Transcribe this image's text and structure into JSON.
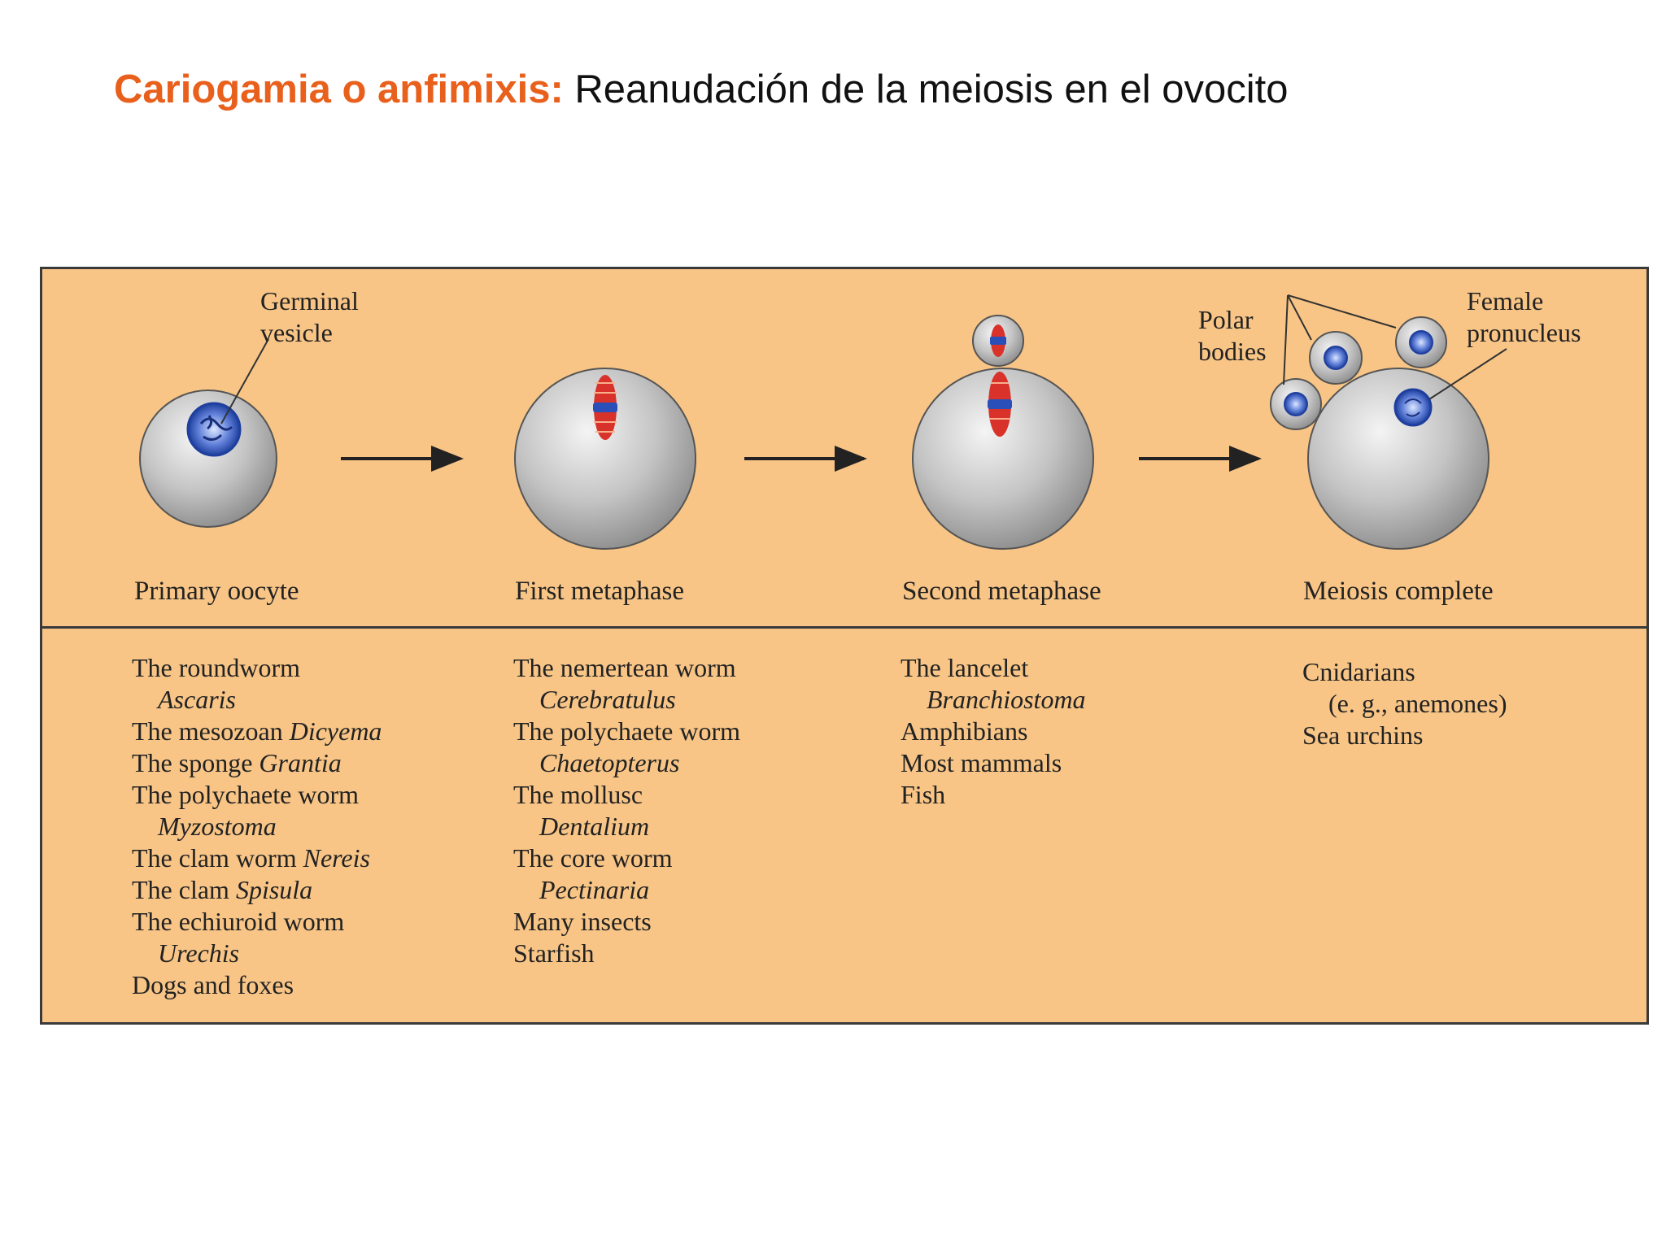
{
  "title": {
    "accent": "Cariogamia o anfimixis:",
    "rest": " Reanudación de la meiosis en el ovocito"
  },
  "colors": {
    "accent": "#e8601c",
    "panel": "#f8c586",
    "cell": "#c0c0c0",
    "nucleus": "#2b4fb8",
    "spindle": "#d8322a"
  },
  "callouts": {
    "germinal_vesicle": [
      "Germinal",
      "vesicle"
    ],
    "polar_bodies": [
      "Polar",
      "bodies"
    ],
    "female_pronucleus": [
      "Female",
      "pronucleus"
    ]
  },
  "stages": [
    {
      "label": "Primary oocyte",
      "organisms": [
        {
          "parts": [
            {
              "t": "The roundworm"
            }
          ]
        },
        {
          "indent": true,
          "parts": [
            {
              "t": "Ascaris",
              "i": true
            }
          ]
        },
        {
          "parts": [
            {
              "t": "The mesozoan "
            },
            {
              "t": "Dicyema",
              "i": true
            }
          ]
        },
        {
          "parts": [
            {
              "t": "The sponge "
            },
            {
              "t": "Grantia",
              "i": true
            }
          ]
        },
        {
          "parts": [
            {
              "t": "The polychaete worm"
            }
          ]
        },
        {
          "indent": true,
          "parts": [
            {
              "t": "Myzostoma",
              "i": true
            }
          ]
        },
        {
          "parts": [
            {
              "t": "The clam worm "
            },
            {
              "t": "Nereis",
              "i": true
            }
          ]
        },
        {
          "parts": [
            {
              "t": "The clam "
            },
            {
              "t": "Spisula",
              "i": true
            }
          ]
        },
        {
          "parts": [
            {
              "t": "The echiuroid worm"
            }
          ]
        },
        {
          "indent": true,
          "parts": [
            {
              "t": "Urechis",
              "i": true
            }
          ]
        },
        {
          "parts": [
            {
              "t": "Dogs and foxes"
            }
          ]
        }
      ]
    },
    {
      "label": "First metaphase",
      "organisms": [
        {
          "parts": [
            {
              "t": "The nemertean worm"
            }
          ]
        },
        {
          "indent": true,
          "parts": [
            {
              "t": "Cerebratulus",
              "i": true
            }
          ]
        },
        {
          "parts": [
            {
              "t": "The polychaete worm"
            }
          ]
        },
        {
          "indent": true,
          "parts": [
            {
              "t": "Chaetopterus",
              "i": true
            }
          ]
        },
        {
          "parts": [
            {
              "t": "The mollusc"
            }
          ]
        },
        {
          "indent": true,
          "parts": [
            {
              "t": "Dentalium",
              "i": true
            }
          ]
        },
        {
          "parts": [
            {
              "t": "The core worm"
            }
          ]
        },
        {
          "indent": true,
          "parts": [
            {
              "t": "Pectinaria",
              "i": true
            }
          ]
        },
        {
          "parts": [
            {
              "t": "Many insects"
            }
          ]
        },
        {
          "parts": [
            {
              "t": "Starfish"
            }
          ]
        }
      ]
    },
    {
      "label": "Second metaphase",
      "organisms": [
        {
          "parts": [
            {
              "t": "The lancelet"
            }
          ]
        },
        {
          "indent": true,
          "parts": [
            {
              "t": "Branchiostoma",
              "i": true
            }
          ]
        },
        {
          "parts": [
            {
              "t": "Amphibians"
            }
          ]
        },
        {
          "parts": [
            {
              "t": "Most mammals"
            }
          ]
        },
        {
          "parts": [
            {
              "t": "Fish"
            }
          ]
        }
      ]
    },
    {
      "label": "Meiosis complete",
      "organisms": [
        {
          "parts": [
            {
              "t": "Cnidarians"
            }
          ]
        },
        {
          "indent": true,
          "parts": [
            {
              "t": "(e. g., anemones)"
            }
          ]
        },
        {
          "parts": [
            {
              "t": "Sea urchins"
            }
          ]
        }
      ]
    }
  ]
}
